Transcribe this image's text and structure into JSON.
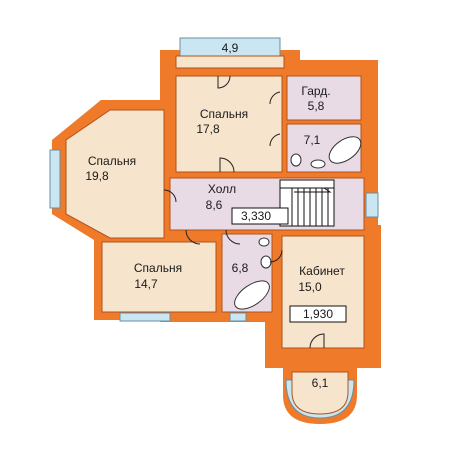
{
  "rooms": {
    "bay_top_area": "4,9",
    "bedroom_top_name": "Спальня",
    "bedroom_top_area": "17,8",
    "wardrobe_name": "Гард.",
    "wardrobe_area": "5,8",
    "bath_top_area": "7,1",
    "bedroom_left_name": "Спальня",
    "bedroom_left_area": "19,8",
    "hall_name": "Холл",
    "hall_area": "8,6",
    "level_hall": "3,330",
    "bedroom_bottom_name": "Спальня",
    "bedroom_bottom_area": "14,7",
    "bath_bottom_area": "6,8",
    "office_name": "Кабинет",
    "office_area": "15,0",
    "level_office": "1,930",
    "bay_bottom_area": "6,1"
  },
  "colors": {
    "walls": "#ee7a2a",
    "rooms": "#f7e4cc",
    "wet_zones": "#e8dbe6",
    "windows": "#c9e6f2"
  }
}
